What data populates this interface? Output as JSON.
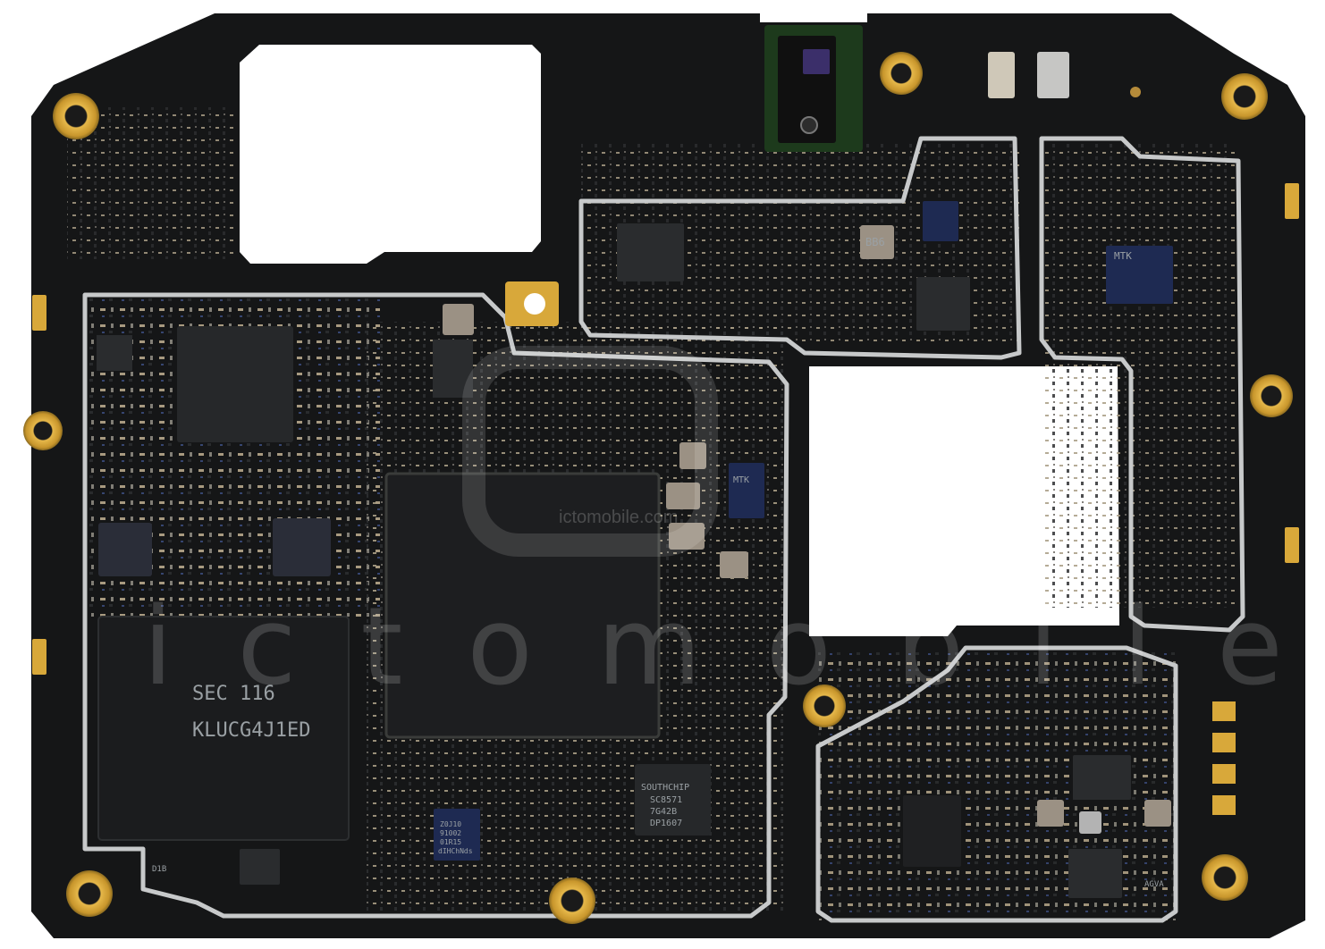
{
  "board": {
    "chips": {
      "emmc_line1": "SEC 116",
      "emmc_line2": "KLUCG4J1ED",
      "pmic_line1": "SOUTHCHIP",
      "pmic_line2": "SC8571",
      "pmic_line3": "7G42B",
      "pmic_line4": "DP1607",
      "small_line1": "Z0J10",
      "small_line2": "91002",
      "small_line3": "01R15",
      "small_line4": "dIHChNds",
      "mtk_center": "MTK",
      "mtk_right": "MTK",
      "crystal": "BB6",
      "corner_label": "D1B",
      "corner_label_right": "AGVA"
    },
    "watermark": {
      "text": "ictomobile",
      "small_text": "ictomobile.com"
    },
    "colors": {
      "pcb": "#151617",
      "shield": "#c7c9ca",
      "gold": "#d8a83a",
      "chip": "#26282a",
      "white": "#ffffff"
    }
  }
}
